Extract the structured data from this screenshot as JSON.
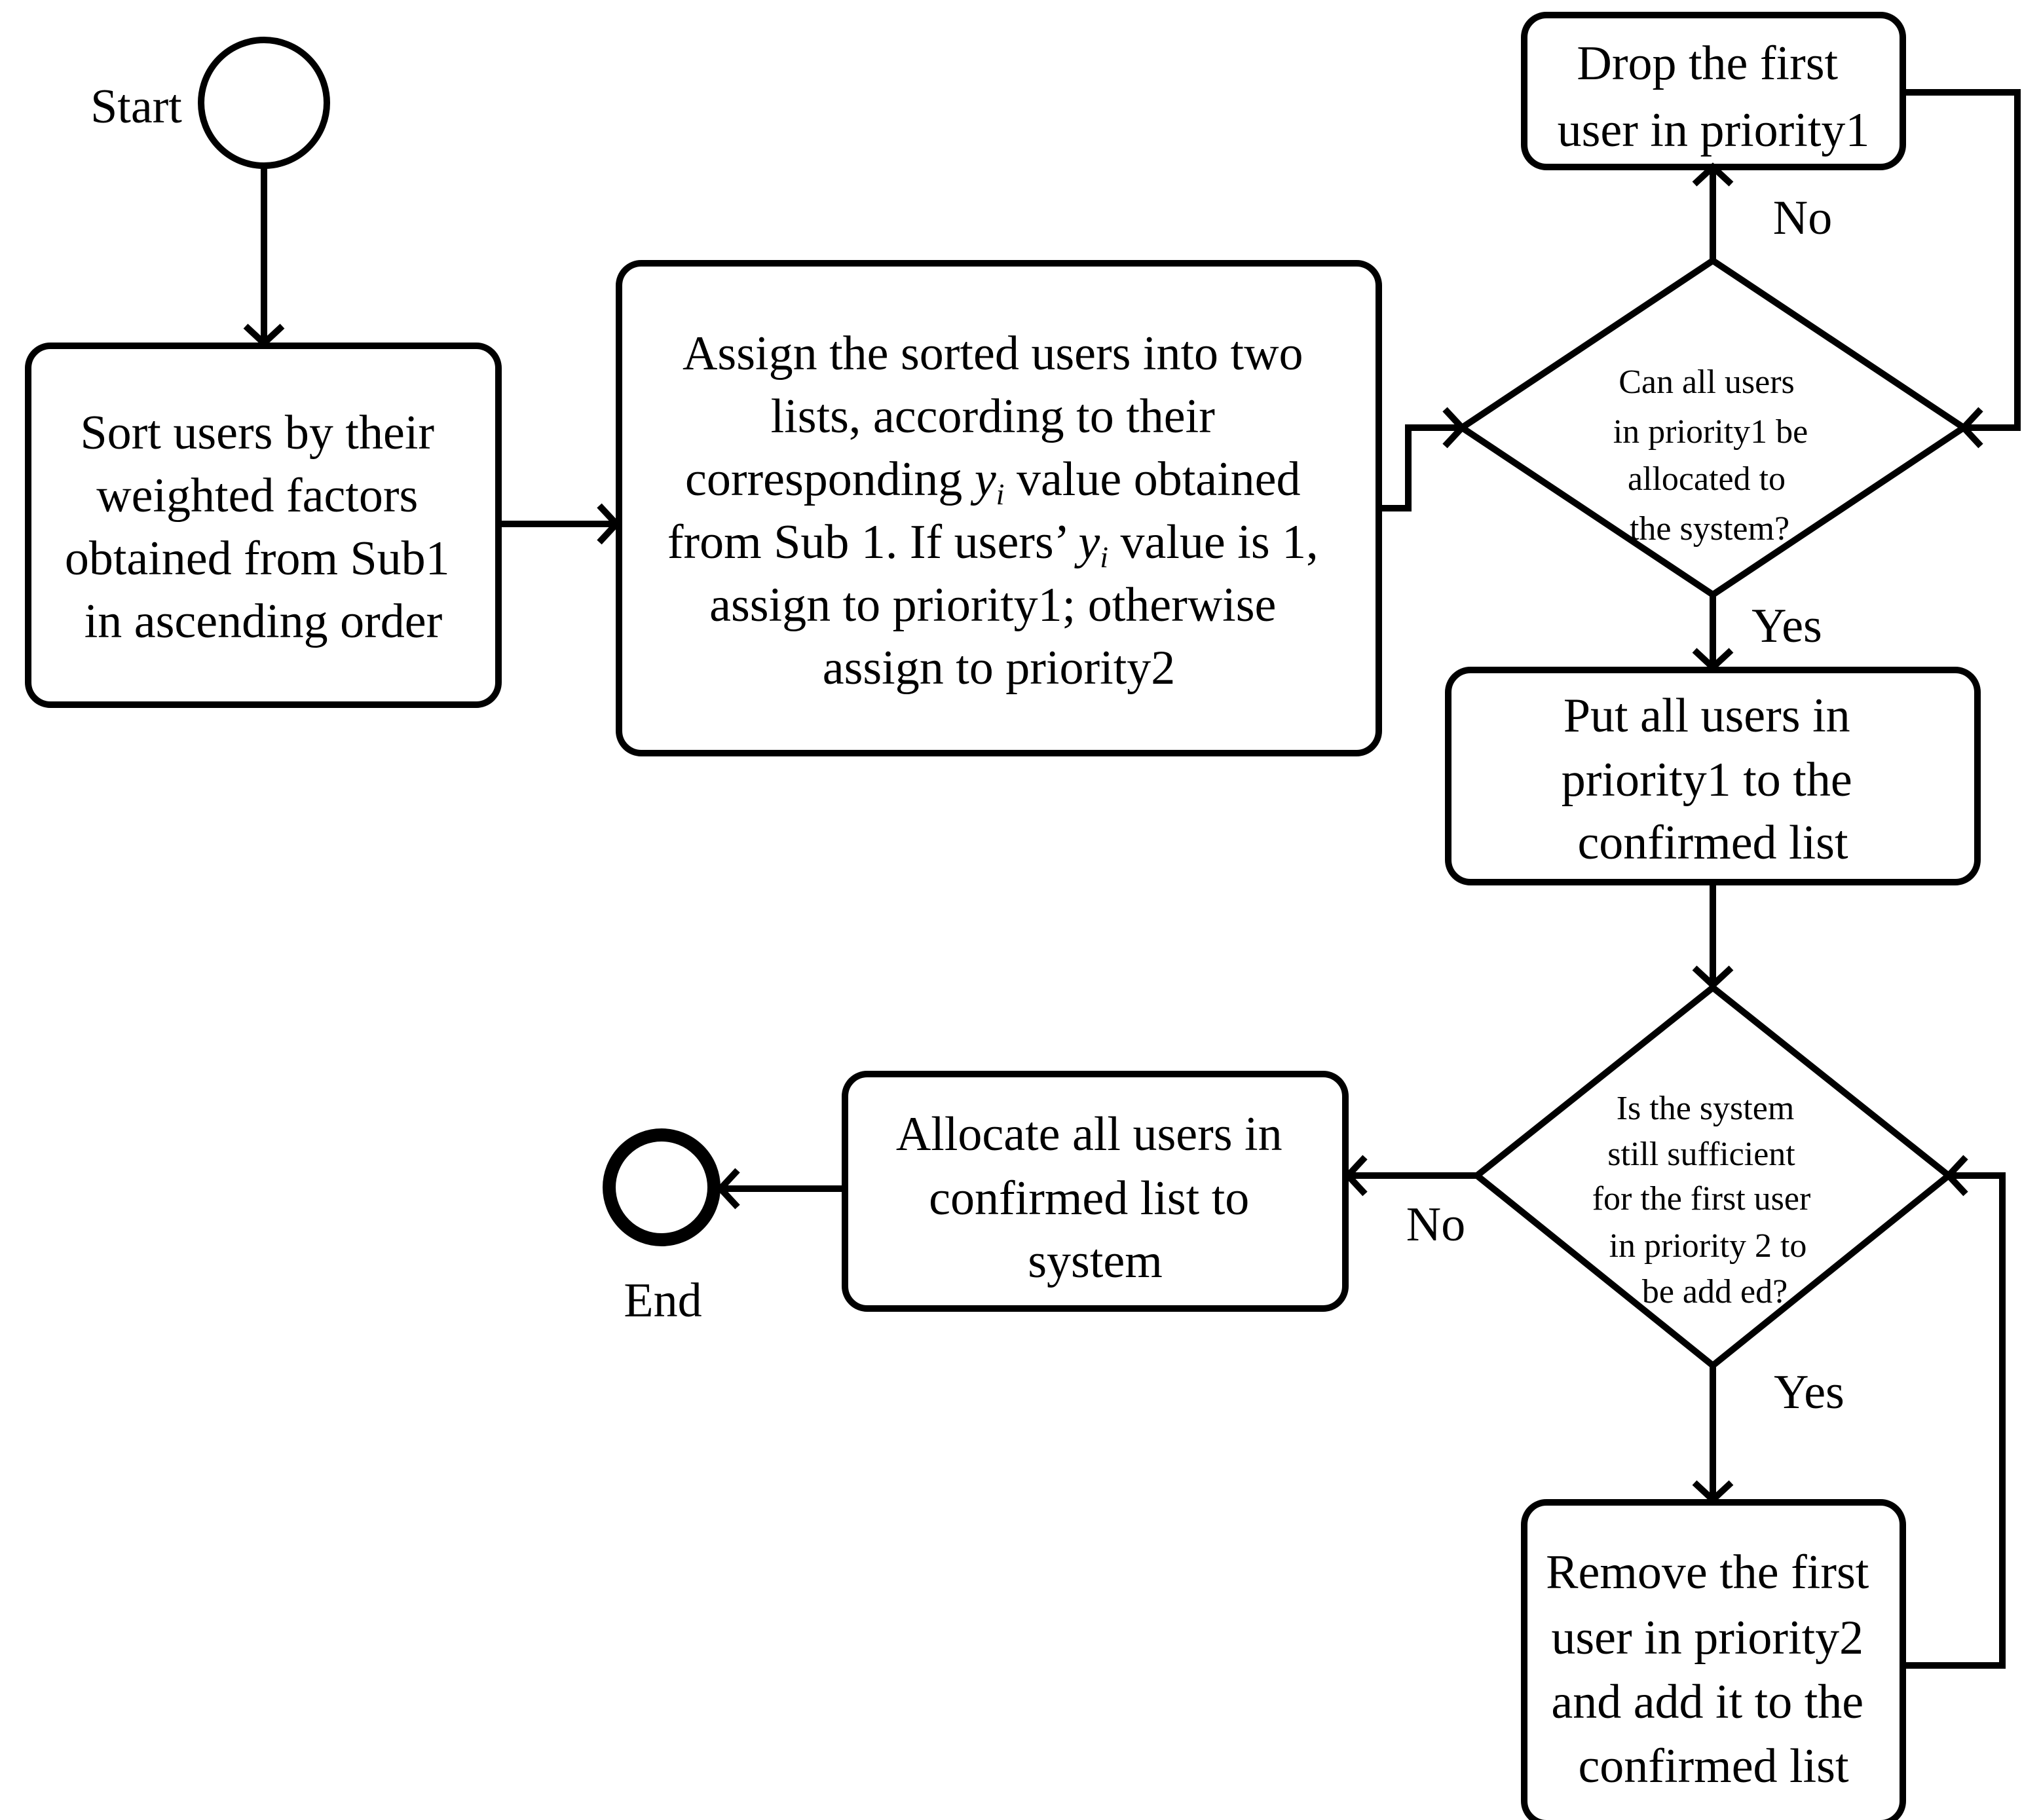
{
  "terminals": {
    "start": "Start",
    "end": "End"
  },
  "nodes": {
    "sort": [
      "Sort users by their",
      "weighted factors",
      "obtained from Sub1",
      "in ascending order"
    ],
    "assign": {
      "line1": "Assign the sorted users into two",
      "line2": "lists,  according to their",
      "line3_pre": "corresponding ",
      "line3_post": " value obtained",
      "line4_pre": "from Sub 1. If users’ ",
      "line4_post": " value is 1,",
      "line5": "assign to priority1; otherwise",
      "line6": "assign to priority2",
      "var_main": "y",
      "var_sub": "i"
    },
    "drop": [
      "Drop the first",
      "user in priority1"
    ],
    "decision1": [
      "Can all users",
      "in priority1 be",
      "allocated to",
      "the system?"
    ],
    "put": [
      "Put all users in",
      "priority1 to the",
      "confirmed list"
    ],
    "decision2": [
      "Is the system",
      "still sufficient",
      "for the first user",
      "in priority 2 to",
      "be add ed?"
    ],
    "remove": [
      "Remove the first",
      "user in priority2",
      "and add it to the",
      "confirmed list"
    ],
    "allocate": [
      "Allocate all users in",
      "confirmed list to",
      "system"
    ]
  },
  "edge_labels": {
    "d1_no": "No",
    "d1_yes": "Yes",
    "d2_no": "No",
    "d2_yes": "Yes"
  }
}
